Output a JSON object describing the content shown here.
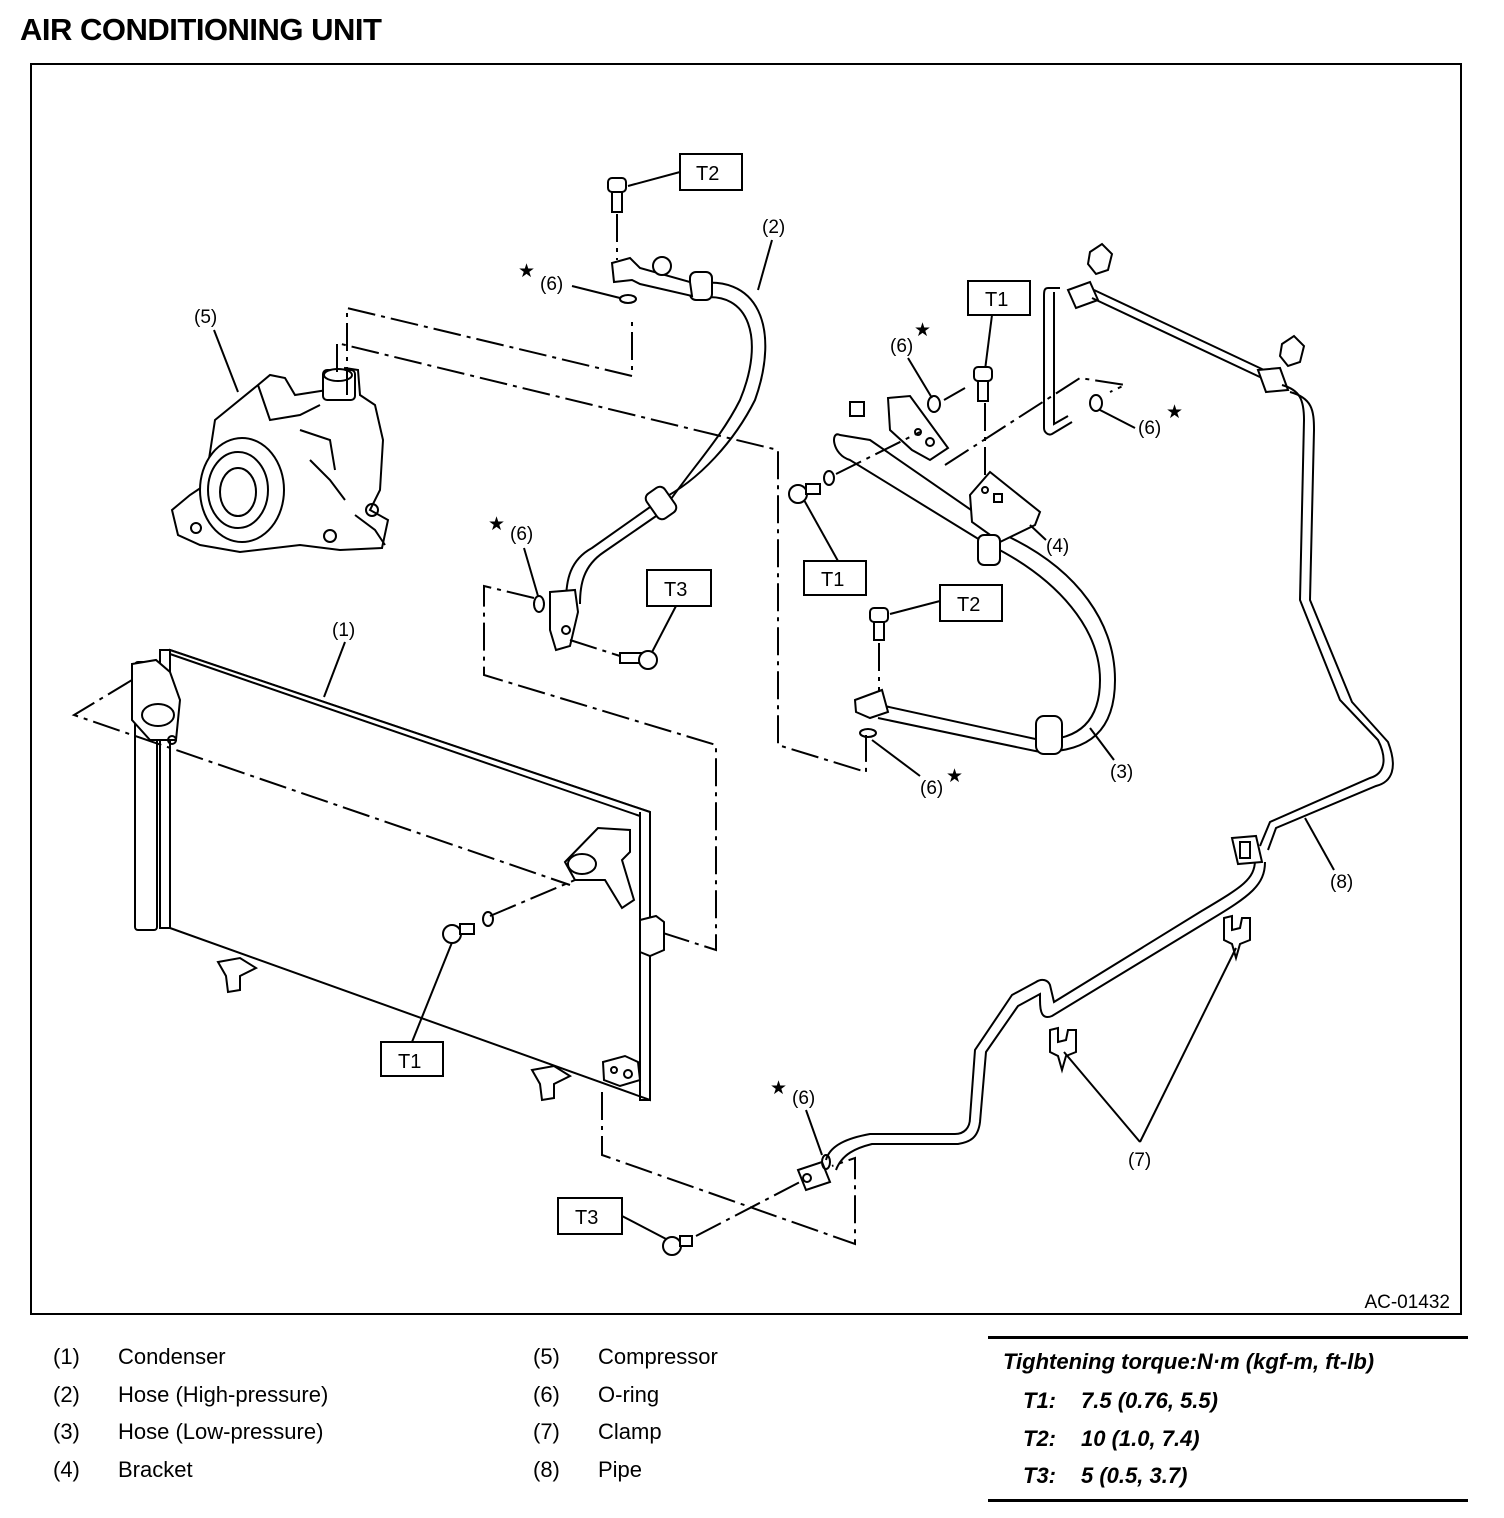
{
  "title": "AIR CONDITIONING UNIT",
  "figure_id": "AC-01432",
  "callouts": {
    "c1": "(1)",
    "c2": "(2)",
    "c3": "(3)",
    "c4": "(4)",
    "c5": "(5)",
    "c6": "(6)",
    "c7": "(7)",
    "c8": "(8)",
    "star": "★"
  },
  "torque_boxes": {
    "t1": "T1",
    "t2": "T2",
    "t3": "T3"
  },
  "legend": [
    {
      "num": "(1)",
      "name": "Condenser"
    },
    {
      "num": "(2)",
      "name": "Hose (High-pressure)"
    },
    {
      "num": "(3)",
      "name": "Hose (Low-pressure)"
    },
    {
      "num": "(4)",
      "name": "Bracket"
    },
    {
      "num": "(5)",
      "name": "Compressor"
    },
    {
      "num": "(6)",
      "name": "O-ring"
    },
    {
      "num": "(7)",
      "name": "Clamp"
    },
    {
      "num": "(8)",
      "name": "Pipe"
    }
  ],
  "torque_table": {
    "header": "Tightening torque:N·m (kgf-m, ft-lb)",
    "rows": [
      {
        "code": "T1:",
        "value": "7.5 (0.76, 5.5)"
      },
      {
        "code": "T2:",
        "value": "10 (1.0, 7.4)"
      },
      {
        "code": "T3:",
        "value": "5 (0.5, 3.7)"
      }
    ]
  }
}
